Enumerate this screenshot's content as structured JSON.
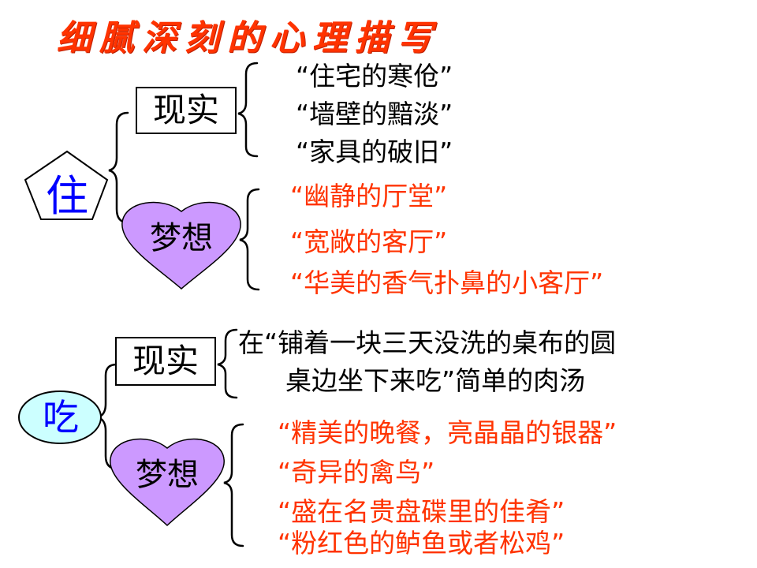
{
  "title": "细腻深刻的心理描写",
  "zhu": {
    "root": "住",
    "reality_label": "现实",
    "reality_items": [
      "“住宅的寒伧”",
      "“墙壁的黯淡”",
      "“家具的破旧”"
    ],
    "dream_label": "梦想",
    "dream_items": [
      "“幽静的厅堂”",
      "“宽敞的客厅”",
      "“华美的香气扑鼻的小客厅”"
    ]
  },
  "chi": {
    "root": "吃",
    "reality_label": "现实",
    "reality_items": [
      "在“铺着一块三天没洗的桌布的圆",
      "桌边坐下来吃”简单的肉汤"
    ],
    "dream_label": "梦想",
    "dream_items": [
      "“精美的晚餐，亮晶晶的银器”",
      "“奇异的禽鸟”",
      "“盛在名贵盘碟里的佳肴”",
      "“粉红色的鲈鱼或者松鸡”"
    ]
  },
  "colors": {
    "title": "#ff3300",
    "dream_text": "#ff3300",
    "root_text": "#0000ff",
    "heart_fill": "#cc99ff",
    "oval_fill": "#ccffff"
  }
}
